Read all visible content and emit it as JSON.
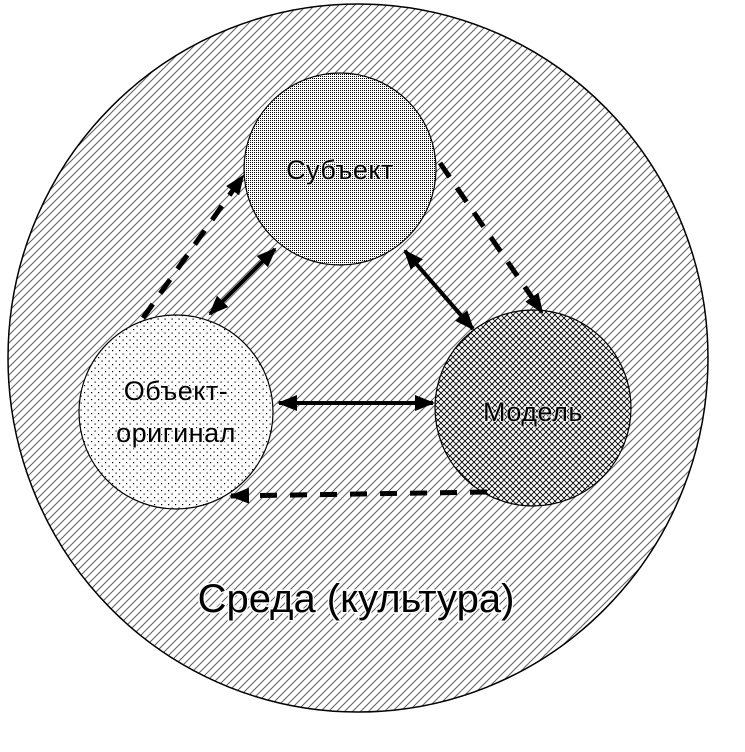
{
  "diagram": {
    "environment": {
      "label": "Среда (культура)",
      "fill_pattern": "diagonal-hatch"
    },
    "nodes": [
      {
        "id": "subject",
        "label": "Субъект",
        "fill_pattern": "dense-dot-grid"
      },
      {
        "id": "object-original",
        "label_line1": "Объект-",
        "label_line2": "оригинал",
        "fill_pattern": "sparse-dots"
      },
      {
        "id": "model",
        "label": "Модель",
        "fill_pattern": "crosshatch"
      }
    ],
    "edges": [
      {
        "from": "object-original",
        "to": "subject",
        "style": "dashed",
        "arrowheads": [
          "end"
        ]
      },
      {
        "from": "subject",
        "to": "model",
        "style": "dashed",
        "arrowheads": [
          "end"
        ]
      },
      {
        "from": "model",
        "to": "object-original",
        "style": "dashed",
        "arrowheads": [
          "end"
        ]
      },
      {
        "from": "subject",
        "to": "object-original",
        "style": "solid",
        "arrowheads": [
          "start",
          "end"
        ]
      },
      {
        "from": "subject",
        "to": "model",
        "style": "solid",
        "arrowheads": [
          "start",
          "end"
        ]
      },
      {
        "from": "object-original",
        "to": "model",
        "style": "solid",
        "arrowheads": [
          "start",
          "end"
        ]
      }
    ],
    "colors": {
      "line": "#000000",
      "hatch": "#5f5f5f",
      "background": "#ffffff"
    }
  }
}
